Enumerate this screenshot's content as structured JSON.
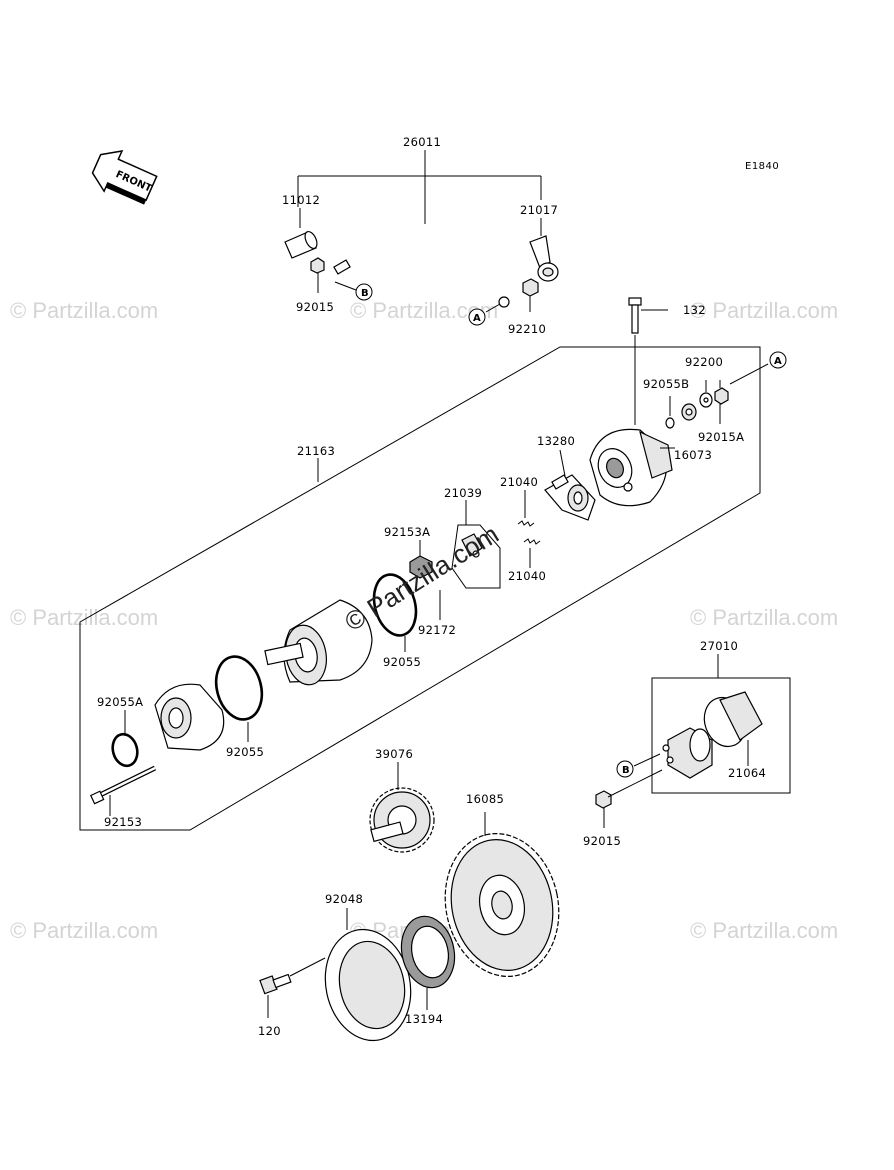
{
  "diagram": {
    "code": "E1840",
    "front_label": "FRONT",
    "watermark": "© Partzilla.com",
    "callouts": [
      "A",
      "B"
    ],
    "parts": [
      {
        "id": "26011"
      },
      {
        "id": "11012"
      },
      {
        "id": "21017"
      },
      {
        "id": "92015"
      },
      {
        "id": "92210"
      },
      {
        "id": "132"
      },
      {
        "id": "92200"
      },
      {
        "id": "92055B"
      },
      {
        "id": "92015A"
      },
      {
        "id": "21163"
      },
      {
        "id": "13280"
      },
      {
        "id": "16073"
      },
      {
        "id": "21039"
      },
      {
        "id": "21040"
      },
      {
        "id": "92153A"
      },
      {
        "id": "92172"
      },
      {
        "id": "92055"
      },
      {
        "id": "92055A"
      },
      {
        "id": "92153"
      },
      {
        "id": "27010"
      },
      {
        "id": "21064"
      },
      {
        "id": "39076"
      },
      {
        "id": "16085"
      },
      {
        "id": "92048"
      },
      {
        "id": "120"
      },
      {
        "id": "13194"
      }
    ]
  }
}
